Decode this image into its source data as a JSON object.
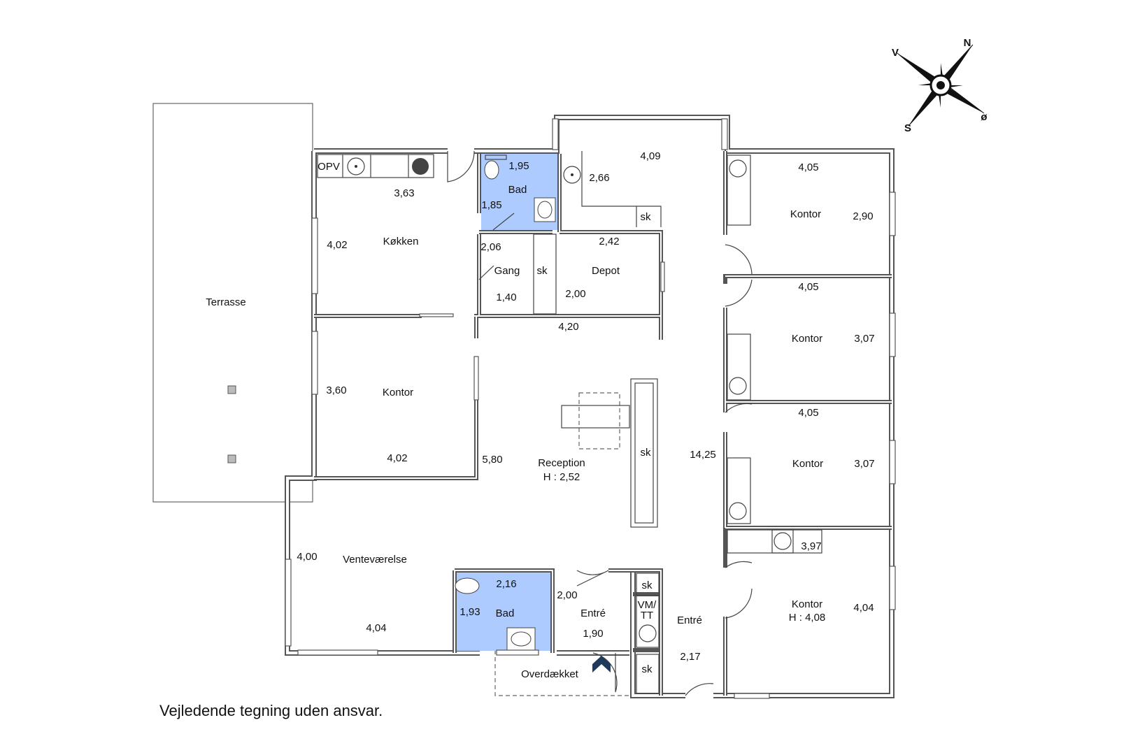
{
  "rooms": {
    "terrasse": "Terrasse",
    "opv": "OPV",
    "kokken": "Køkken",
    "bad1": "Bad",
    "gang": "Gang",
    "sk_gang": "sk",
    "depot": "Depot",
    "sk_top": "sk",
    "kontor_left": "Kontor",
    "reception": "Reception",
    "reception_h": "H : 2,52",
    "sk_center": "sk",
    "kontor_r1": "Kontor",
    "kontor_r2": "Kontor",
    "kontor_r3": "Kontor",
    "kontor_r4": "Kontor",
    "kontor_r4_h": "H : 4,08",
    "ventevaerelse": "Venteværelse",
    "bad2": "Bad",
    "entre1": "Entré",
    "sk_small1": "sk",
    "vm": "VM/",
    "tt": "TT",
    "sk_small2": "sk",
    "entre2": "Entré",
    "overdaekket": "Overdækket"
  },
  "dimensions": {
    "kokken_w": "3,63",
    "kokken_h": "4,02",
    "bad1_w": "1,95",
    "bad1_h": "1,85",
    "gang_w": "2,06",
    "gang_h": "1,40",
    "top_w": "4,09",
    "top_h": "2,66",
    "depot_w": "2,42",
    "depot_h": "2,00",
    "hall_w": "4,20",
    "kontor_left_h": "3,60",
    "kontor_left_w": "4,02",
    "reception_h": "5,80",
    "corridor": "14,25",
    "r1_w": "4,05",
    "r1_h": "2,90",
    "r2_w": "4,05",
    "r2_h": "3,07",
    "r3_w": "4,05",
    "r3_h": "3,07",
    "r4_w": "3,97",
    "r4_h": "4,04",
    "vente_h": "4,00",
    "vente_w": "4,04",
    "bad2_w": "2,16",
    "bad2_h": "1,93",
    "entre1_h": "2,00",
    "entre1_w": "1,90",
    "entre2_w": "2,17"
  },
  "compass": {
    "n": "N",
    "s": "S",
    "v": "V",
    "o": "ø"
  },
  "disclaimer": "Vejledende tegning uden ansvar.",
  "colors": {
    "bath": "#aecbff",
    "wall": "#555555",
    "entrance_arrow": "#1f3a5a"
  }
}
